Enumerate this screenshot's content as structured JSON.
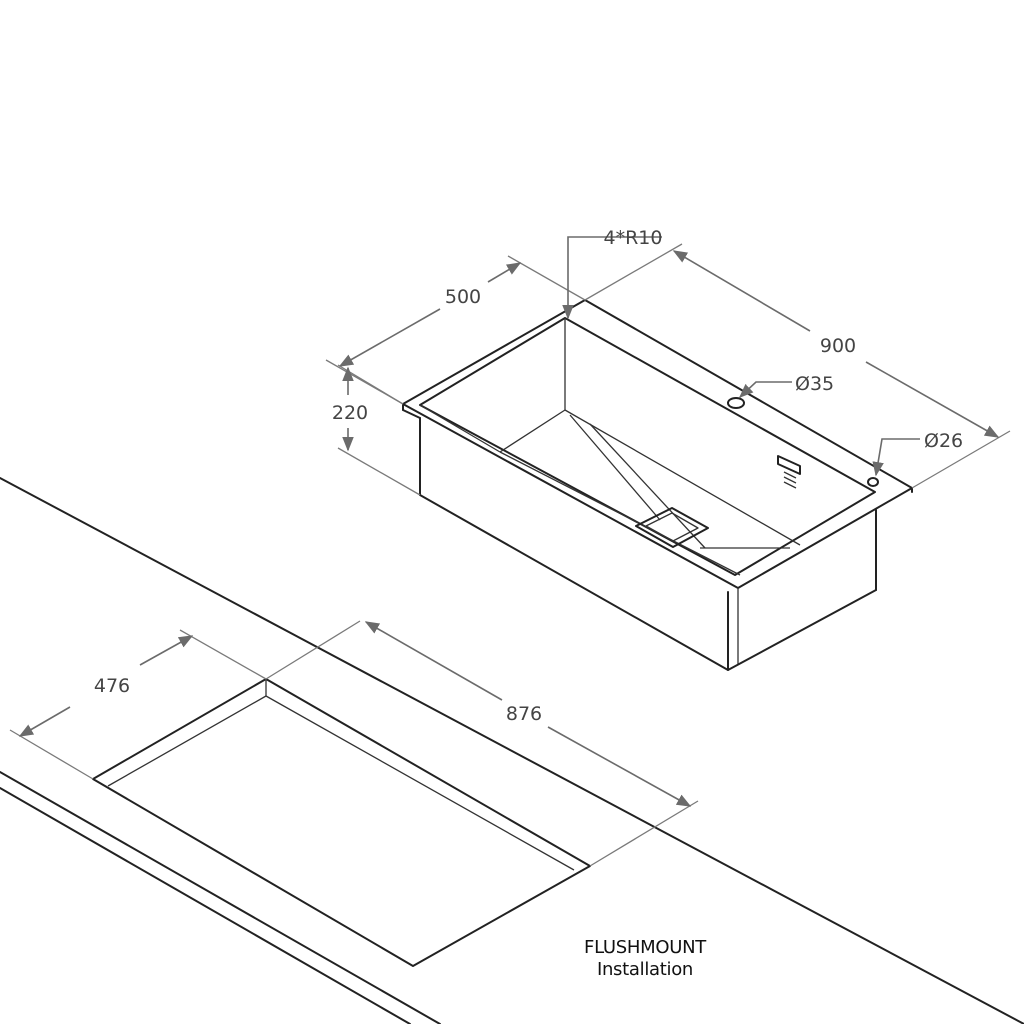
{
  "dimensions": {
    "sink_length": "900",
    "sink_width": "500",
    "sink_depth": "220",
    "corner_radius": "4*R10",
    "tap_hole": "Ø35",
    "overflow_hole": "Ø26",
    "cutout_length": "876",
    "cutout_width": "476"
  },
  "caption": {
    "title": "FLUSHMOUNT",
    "subtitle": "Installation"
  },
  "colors": {
    "line": "#222222",
    "dimension": "#6b6b6b",
    "background": "#ffffff"
  }
}
